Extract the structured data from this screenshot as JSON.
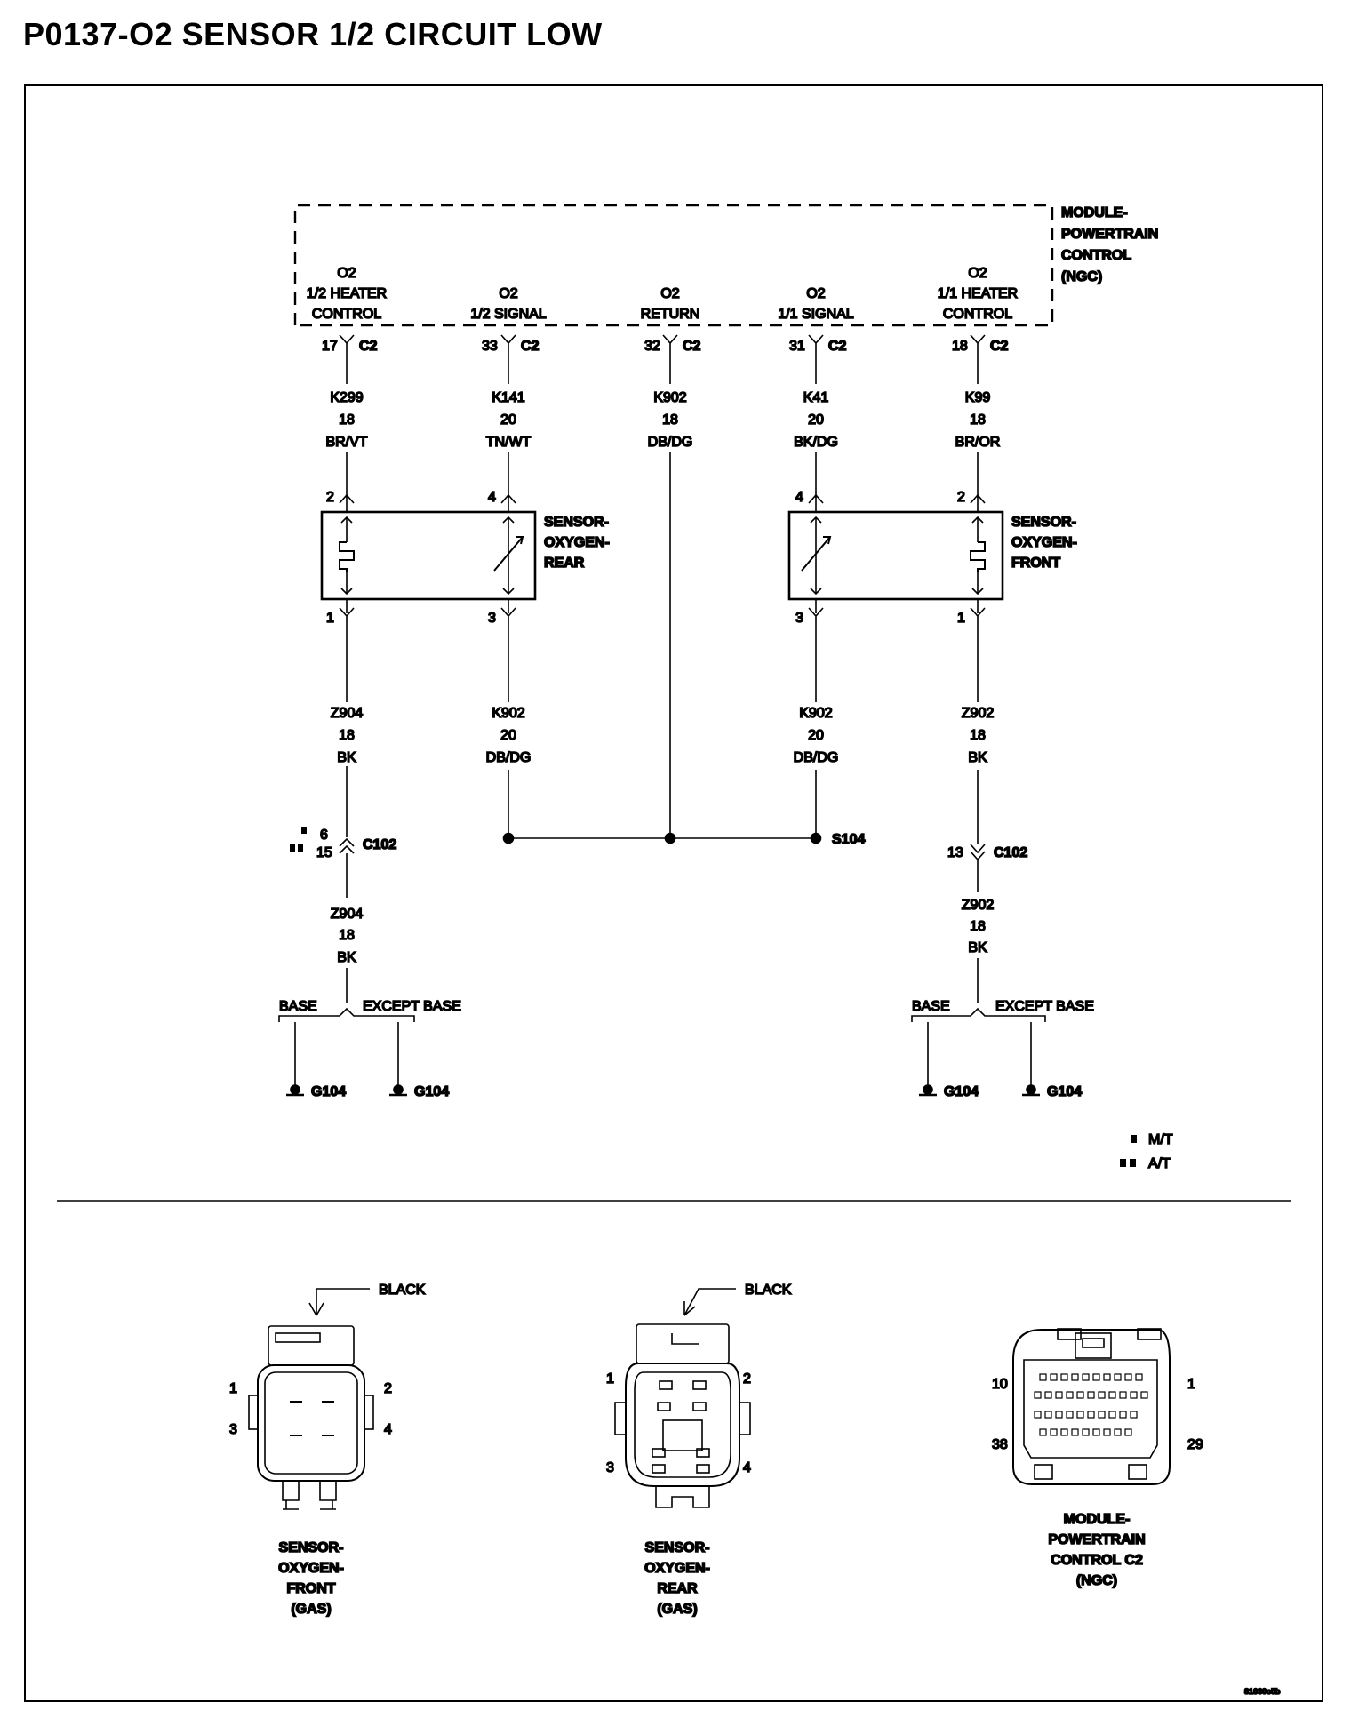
{
  "title": "P0137-O2 SENSOR 1/2 CIRCUIT LOW",
  "pcm": {
    "label": [
      "MODULE-",
      "POWERTRAIN",
      "CONTROL",
      "(NGC)"
    ],
    "pins": [
      {
        "lines": [
          "O2",
          "1/2 HEATER",
          "CONTROL"
        ],
        "pin": "17",
        "conn": "C2"
      },
      {
        "lines": [
          "O2",
          "1/2 SIGNAL"
        ],
        "pin": "33",
        "conn": "C2"
      },
      {
        "lines": [
          "O2",
          "RETURN"
        ],
        "pin": "32",
        "conn": "C2"
      },
      {
        "lines": [
          "O2",
          "1/1 SIGNAL"
        ],
        "pin": "31",
        "conn": "C2"
      },
      {
        "lines": [
          "O2",
          "1/1 HEATER",
          "CONTROL"
        ],
        "pin": "18",
        "conn": "C2"
      }
    ]
  },
  "upper_wires": [
    {
      "circuit": "K299",
      "gauge": "18",
      "color": "BR/VT"
    },
    {
      "circuit": "K141",
      "gauge": "20",
      "color": "TN/WT"
    },
    {
      "circuit": "K902",
      "gauge": "18",
      "color": "DB/DG"
    },
    {
      "circuit": "K41",
      "gauge": "20",
      "color": "BK/DG"
    },
    {
      "circuit": "K99",
      "gauge": "18",
      "color": "BR/OR"
    }
  ],
  "sensor_rear": {
    "label": [
      "SENSOR-",
      "OXYGEN-",
      "REAR"
    ],
    "pins_top": [
      "2",
      "4"
    ],
    "pins_bottom": [
      "1",
      "3"
    ]
  },
  "sensor_front": {
    "label": [
      "SENSOR-",
      "OXYGEN-",
      "FRONT"
    ],
    "pins_top": [
      "4",
      "2"
    ],
    "pins_bottom": [
      "3",
      "1"
    ]
  },
  "lower_wires": [
    {
      "circuit": "Z904",
      "gauge": "18",
      "color": "BK"
    },
    {
      "circuit": "K902",
      "gauge": "20",
      "color": "DB/DG"
    },
    {
      "circuit": "K902",
      "gauge": "20",
      "color": "DB/DG"
    },
    {
      "circuit": "Z902",
      "gauge": "18",
      "color": "BK"
    }
  ],
  "splice": "S104",
  "c102_left": {
    "pin_mt": "6",
    "pin_at": "15",
    "label": "C102"
  },
  "c102_right": {
    "pin": "13",
    "label": "C102"
  },
  "ground_wires": [
    {
      "circuit": "Z904",
      "gauge": "18",
      "color": "BK"
    },
    {
      "circuit": "Z902",
      "gauge": "18",
      "color": "BK"
    }
  ],
  "branch": {
    "base": "BASE",
    "except": "EXCEPT BASE"
  },
  "ground": "G104",
  "legend": [
    {
      "symbol": "single",
      "text": "M/T"
    },
    {
      "symbol": "double",
      "text": "A/T"
    }
  ],
  "connectors": [
    {
      "tag": "BLACK",
      "pins": [
        "1",
        "2",
        "3",
        "4"
      ],
      "label": [
        "SENSOR-",
        "OXYGEN-",
        "FRONT",
        "(GAS)"
      ]
    },
    {
      "tag": "BLACK",
      "pins": [
        "1",
        "2",
        "3",
        "4"
      ],
      "label": [
        "SENSOR-",
        "OXYGEN-",
        "REAR",
        "(GAS)"
      ]
    },
    {
      "pins": [
        "10",
        "1",
        "38",
        "29"
      ],
      "label": [
        "MODULE-",
        "POWERTRAIN",
        "CONTROL C2",
        "(NGC)"
      ]
    }
  ],
  "figure_id": "81630c5b"
}
